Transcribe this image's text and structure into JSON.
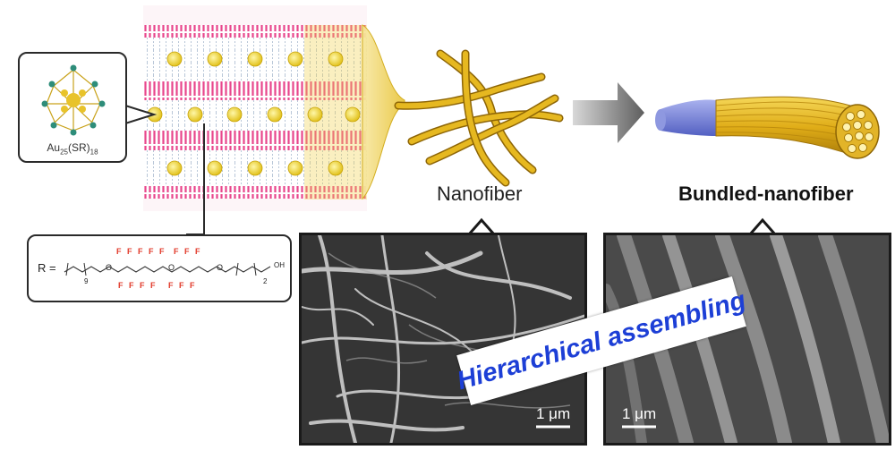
{
  "cluster_label": {
    "base": "Au",
    "sub1": "25",
    "mid": "(SR)",
    "sub2": "18"
  },
  "formula": {
    "prefix": "R =",
    "fluorine": "F",
    "oxygen": "O",
    "subscript_a": "9",
    "subscript_b": "2",
    "terminal": "OH"
  },
  "nanofiber_label": "Nanofiber",
  "bundled_label": "Bundled-nanofiber",
  "banner_text": "Hierarchical assembling",
  "scale_bar_left": "1 μm",
  "scale_bar_right": "1 μm",
  "colors": {
    "fiber_gold": "#e6b820",
    "fiber_dark": "#b07f0a",
    "lipid_pink": "#e8468c",
    "cluster_yellow": "#f2dc3a",
    "sheath_blue": "#7a86d8",
    "arrow_gray": "#6d6d6d",
    "banner_blue": "#1d3fd6"
  }
}
